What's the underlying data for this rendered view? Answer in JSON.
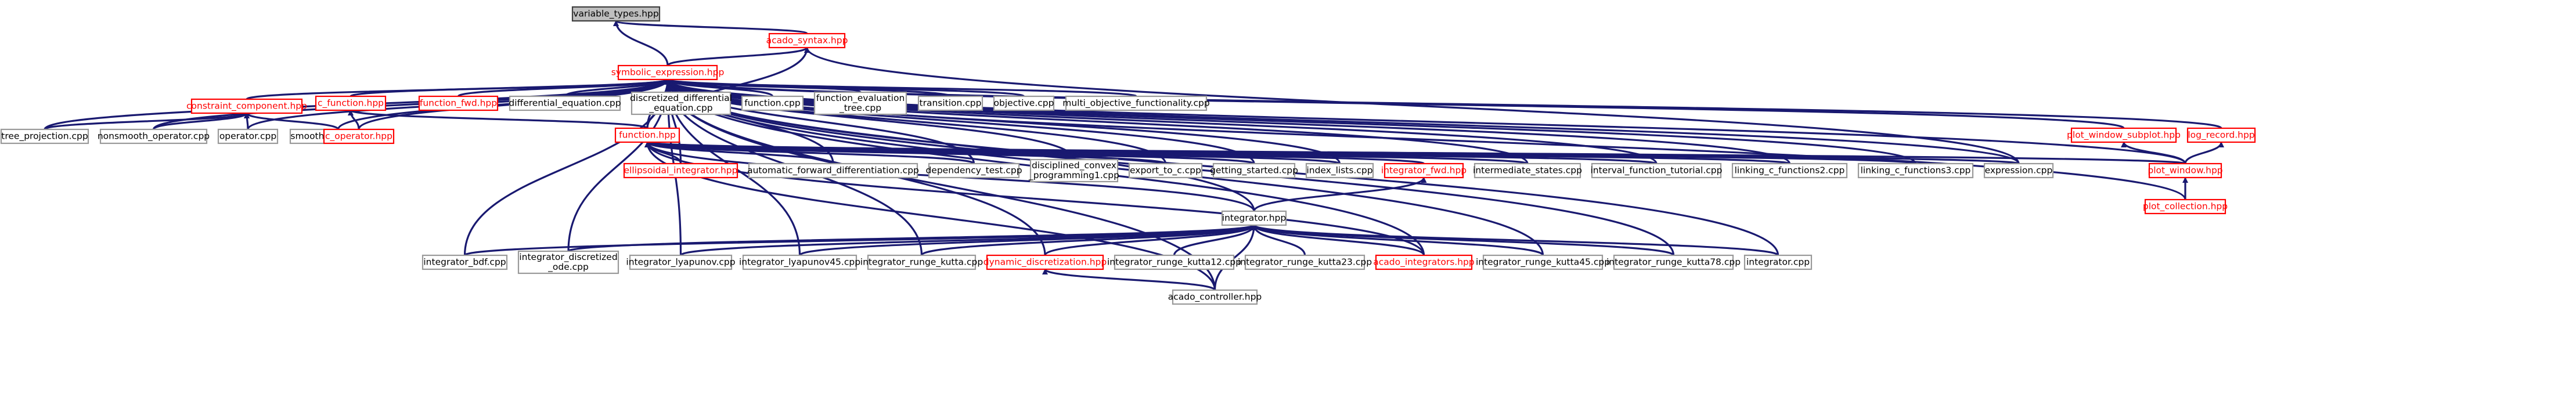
{
  "colors": {
    "edge": "#191970",
    "box_border": "#999999",
    "box_border_incomplete": "#ff0000",
    "text": "#000000",
    "text_incomplete": "#ff0000",
    "root_fill": "#bfbfbf"
  },
  "nodes": [
    {
      "id": "variable_types",
      "lines": [
        "variable_types.hpp"
      ],
      "style": "root"
    },
    {
      "id": "acado_syntax",
      "lines": [
        "acado_syntax.hpp"
      ],
      "style": "red"
    },
    {
      "id": "symbolic_expression",
      "lines": [
        "symbolic_expression.hpp"
      ],
      "style": "red"
    },
    {
      "id": "constraint_component",
      "lines": [
        "constraint_component.hpp"
      ],
      "style": "red"
    },
    {
      "id": "c_function",
      "lines": [
        "c_function.hpp"
      ],
      "style": "red"
    },
    {
      "id": "function_fwd",
      "lines": [
        "function_fwd.hpp"
      ],
      "style": "red"
    },
    {
      "id": "differential_equation",
      "lines": [
        "differential_equation.cpp"
      ],
      "style": "gray"
    },
    {
      "id": "discretized_differential",
      "lines": [
        "discretized_differential",
        "_equation.cpp"
      ],
      "style": "gray"
    },
    {
      "id": "function_cpp",
      "lines": [
        "function.cpp"
      ],
      "style": "gray"
    },
    {
      "id": "function_evaluation_tree",
      "lines": [
        "function_evaluation",
        "_tree.cpp"
      ],
      "style": "gray"
    },
    {
      "id": "transition",
      "lines": [
        "transition.cpp"
      ],
      "style": "gray"
    },
    {
      "id": "objective",
      "lines": [
        "objective.cpp"
      ],
      "style": "gray"
    },
    {
      "id": "multi_objective",
      "lines": [
        "multi_objective_functionality.cpp"
      ],
      "style": "gray"
    },
    {
      "id": "tree_projection",
      "lines": [
        "tree_projection.cpp"
      ],
      "style": "gray"
    },
    {
      "id": "nonsmooth_operator",
      "lines": [
        "nonsmooth_operator.cpp"
      ],
      "style": "gray"
    },
    {
      "id": "operator",
      "lines": [
        "operator.cpp"
      ],
      "style": "gray"
    },
    {
      "id": "smooth_operator",
      "lines": [
        "smooth_operator.cpp"
      ],
      "style": "gray"
    },
    {
      "id": "c_operator",
      "lines": [
        "c_operator.hpp"
      ],
      "style": "red"
    },
    {
      "id": "function_hpp",
      "lines": [
        "function.hpp"
      ],
      "style": "red"
    },
    {
      "id": "ellipsoidal_integrator",
      "lines": [
        "ellipsoidal_integrator.hpp"
      ],
      "style": "red"
    },
    {
      "id": "automatic_forward",
      "lines": [
        "automatic_forward_differentiation.cpp"
      ],
      "style": "gray"
    },
    {
      "id": "dependency_test",
      "lines": [
        "dependency_test.cpp"
      ],
      "style": "gray"
    },
    {
      "id": "disciplined_convex",
      "lines": [
        "disciplined_convex",
        "_programming1.cpp"
      ],
      "style": "gray"
    },
    {
      "id": "export_to_c",
      "lines": [
        "export_to_c.cpp"
      ],
      "style": "gray"
    },
    {
      "id": "getting_started",
      "lines": [
        "getting_started.cpp"
      ],
      "style": "gray"
    },
    {
      "id": "index_lists",
      "lines": [
        "index_lists.cpp"
      ],
      "style": "gray"
    },
    {
      "id": "integrator_fwd",
      "lines": [
        "integrator_fwd.hpp"
      ],
      "style": "red"
    },
    {
      "id": "intermediate_states",
      "lines": [
        "intermediate_states.cpp"
      ],
      "style": "gray"
    },
    {
      "id": "interval_function_tutorial",
      "lines": [
        "interval_function_tutorial.cpp"
      ],
      "style": "gray"
    },
    {
      "id": "linking_c_functions2",
      "lines": [
        "linking_c_functions2.cpp"
      ],
      "style": "gray"
    },
    {
      "id": "linking_c_functions3",
      "lines": [
        "linking_c_functions3.cpp"
      ],
      "style": "gray"
    },
    {
      "id": "expression",
      "lines": [
        "expression.cpp"
      ],
      "style": "gray"
    },
    {
      "id": "plot_window_subplot",
      "lines": [
        "plot_window_subplot.hpp"
      ],
      "style": "red"
    },
    {
      "id": "log_record",
      "lines": [
        "log_record.hpp"
      ],
      "style": "red"
    },
    {
      "id": "plot_window",
      "lines": [
        "plot_window.hpp"
      ],
      "style": "red"
    },
    {
      "id": "plot_collection",
      "lines": [
        "plot_collection.hpp"
      ],
      "style": "red"
    },
    {
      "id": "integrator_hpp",
      "lines": [
        "integrator.hpp"
      ],
      "style": "gray"
    },
    {
      "id": "integrator_bdf",
      "lines": [
        "integrator_bdf.cpp"
      ],
      "style": "gray"
    },
    {
      "id": "integrator_discretized_ode",
      "lines": [
        "integrator_discretized",
        "_ode.cpp"
      ],
      "style": "gray"
    },
    {
      "id": "integrator_lyapunov",
      "lines": [
        "integrator_lyapunov.cpp"
      ],
      "style": "gray"
    },
    {
      "id": "integrator_lyapunov45",
      "lines": [
        "integrator_lyapunov45.cpp"
      ],
      "style": "gray"
    },
    {
      "id": "integrator_runge_kutta",
      "lines": [
        "integrator_runge_kutta.cpp"
      ],
      "style": "gray"
    },
    {
      "id": "dynamic_discretization",
      "lines": [
        "dynamic_discretization.hpp"
      ],
      "style": "red"
    },
    {
      "id": "integrator_runge_kutta12",
      "lines": [
        "integrator_runge_kutta12.cpp"
      ],
      "style": "gray"
    },
    {
      "id": "integrator_runge_kutta23",
      "lines": [
        "integrator_runge_kutta23.cpp"
      ],
      "style": "gray"
    },
    {
      "id": "acado_integrators",
      "lines": [
        "acado_integrators.hpp"
      ],
      "style": "red"
    },
    {
      "id": "integrator_runge_kutta45",
      "lines": [
        "integrator_runge_kutta45.cpp"
      ],
      "style": "gray"
    },
    {
      "id": "integrator_runge_kutta78",
      "lines": [
        "integrator_runge_kutta78.cpp"
      ],
      "style": "gray"
    },
    {
      "id": "integrator_cpp",
      "lines": [
        "integrator.cpp"
      ],
      "style": "gray"
    },
    {
      "id": "acado_controller",
      "lines": [
        "acado_controller.hpp"
      ],
      "style": "gray"
    }
  ],
  "edges": [
    [
      "variable_types",
      "acado_syntax"
    ],
    [
      "variable_types",
      "symbolic_expression"
    ],
    [
      "acado_syntax",
      "symbolic_expression"
    ],
    [
      "acado_syntax",
      "function_hpp"
    ],
    [
      "acado_syntax",
      "expression"
    ],
    [
      "symbolic_expression",
      "constraint_component"
    ],
    [
      "symbolic_expression",
      "c_function"
    ],
    [
      "symbolic_expression",
      "function_fwd"
    ],
    [
      "symbolic_expression",
      "differential_equation"
    ],
    [
      "symbolic_expression",
      "discretized_differential"
    ],
    [
      "symbolic_expression",
      "function_cpp"
    ],
    [
      "symbolic_expression",
      "function_evaluation_tree"
    ],
    [
      "symbolic_expression",
      "transition"
    ],
    [
      "symbolic_expression",
      "objective"
    ],
    [
      "symbolic_expression",
      "multi_objective"
    ],
    [
      "symbolic_expression",
      "tree_projection"
    ],
    [
      "symbolic_expression",
      "nonsmooth_operator"
    ],
    [
      "symbolic_expression",
      "operator"
    ],
    [
      "symbolic_expression",
      "smooth_operator"
    ],
    [
      "symbolic_expression",
      "c_operator"
    ],
    [
      "symbolic_expression",
      "function_hpp"
    ],
    [
      "symbolic_expression",
      "ellipsoidal_integrator"
    ],
    [
      "symbolic_expression",
      "automatic_forward"
    ],
    [
      "symbolic_expression",
      "dependency_test"
    ],
    [
      "symbolic_expression",
      "disciplined_convex"
    ],
    [
      "symbolic_expression",
      "export_to_c"
    ],
    [
      "symbolic_expression",
      "getting_started"
    ],
    [
      "symbolic_expression",
      "index_lists"
    ],
    [
      "symbolic_expression",
      "intermediate_states"
    ],
    [
      "symbolic_expression",
      "interval_function_tutorial"
    ],
    [
      "symbolic_expression",
      "linking_c_functions2"
    ],
    [
      "symbolic_expression",
      "linking_c_functions3"
    ],
    [
      "symbolic_expression",
      "expression"
    ],
    [
      "symbolic_expression",
      "plot_window_subplot"
    ],
    [
      "symbolic_expression",
      "log_record"
    ],
    [
      "symbolic_expression",
      "plot_window"
    ],
    [
      "symbolic_expression",
      "plot_collection"
    ],
    [
      "symbolic_expression",
      "integrator_hpp"
    ],
    [
      "symbolic_expression",
      "integrator_bdf"
    ],
    [
      "symbolic_expression",
      "integrator_discretized_ode"
    ],
    [
      "symbolic_expression",
      "integrator_lyapunov"
    ],
    [
      "symbolic_expression",
      "integrator_lyapunov45"
    ],
    [
      "symbolic_expression",
      "integrator_runge_kutta"
    ],
    [
      "symbolic_expression",
      "dynamic_discretization"
    ],
    [
      "symbolic_expression",
      "acado_integrators"
    ],
    [
      "symbolic_expression",
      "integrator_runge_kutta45"
    ],
    [
      "symbolic_expression",
      "integrator_runge_kutta78"
    ],
    [
      "symbolic_expression",
      "integrator_cpp"
    ],
    [
      "symbolic_expression",
      "acado_controller"
    ],
    [
      "constraint_component",
      "tree_projection"
    ],
    [
      "constraint_component",
      "nonsmooth_operator"
    ],
    [
      "constraint_component",
      "operator"
    ],
    [
      "constraint_component",
      "smooth_operator"
    ],
    [
      "c_function",
      "c_operator"
    ],
    [
      "c_function",
      "function_hpp"
    ],
    [
      "function_hpp",
      "ellipsoidal_integrator"
    ],
    [
      "function_hpp",
      "automatic_forward"
    ],
    [
      "function_hpp",
      "dependency_test"
    ],
    [
      "function_hpp",
      "disciplined_convex"
    ],
    [
      "function_hpp",
      "export_to_c"
    ],
    [
      "function_hpp",
      "getting_started"
    ],
    [
      "function_hpp",
      "index_lists"
    ],
    [
      "function_hpp",
      "integrator_fwd"
    ],
    [
      "function_hpp",
      "intermediate_states"
    ],
    [
      "function_hpp",
      "interval_function_tutorial"
    ],
    [
      "function_hpp",
      "linking_c_functions2"
    ],
    [
      "function_hpp",
      "linking_c_functions3"
    ],
    [
      "function_hpp",
      "expression"
    ],
    [
      "function_hpp",
      "plot_window"
    ],
    [
      "function_hpp",
      "integrator_hpp"
    ],
    [
      "function_hpp",
      "acado_integrators"
    ],
    [
      "function_hpp",
      "acado_controller"
    ],
    [
      "integrator_fwd",
      "integrator_hpp"
    ],
    [
      "plot_window_subplot",
      "plot_window"
    ],
    [
      "log_record",
      "plot_window"
    ],
    [
      "plot_window",
      "plot_collection"
    ],
    [
      "integrator_hpp",
      "integrator_bdf"
    ],
    [
      "integrator_hpp",
      "integrator_discretized_ode"
    ],
    [
      "integrator_hpp",
      "integrator_lyapunov"
    ],
    [
      "integrator_hpp",
      "integrator_lyapunov45"
    ],
    [
      "integrator_hpp",
      "integrator_runge_kutta"
    ],
    [
      "integrator_hpp",
      "dynamic_discretization"
    ],
    [
      "integrator_hpp",
      "integrator_runge_kutta12"
    ],
    [
      "integrator_hpp",
      "integrator_runge_kutta23"
    ],
    [
      "integrator_hpp",
      "acado_integrators"
    ],
    [
      "integrator_hpp",
      "integrator_runge_kutta45"
    ],
    [
      "integrator_hpp",
      "integrator_runge_kutta78"
    ],
    [
      "integrator_hpp",
      "integrator_cpp"
    ],
    [
      "integrator_hpp",
      "acado_controller"
    ],
    [
      "dynamic_discretization",
      "acado_controller"
    ]
  ]
}
